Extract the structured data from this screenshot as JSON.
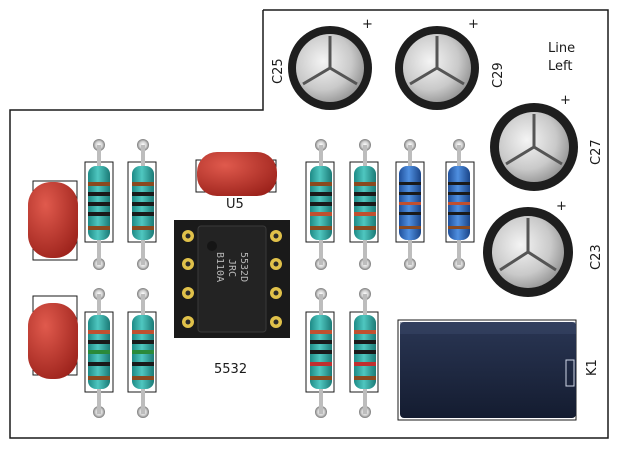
{
  "board": {
    "board_label": "Line\nLeft",
    "line1": "Line",
    "line2": "Left"
  },
  "labels": {
    "c25": "C25",
    "c29": "C29",
    "c27": "C27",
    "c23": "C23",
    "u5": "U5",
    "k1": "K1",
    "opamp_silk": "5532"
  },
  "chip": {
    "line1": "5532D",
    "line2": "JRC",
    "line3": "B110A"
  },
  "colors": {
    "board": "#ffffff",
    "silkscreen": "#1a1a1a",
    "film_cap": "#c0342c",
    "resistor_metal_film": "#2fa5a0",
    "resistor_blue": "#2e6cc5",
    "electrolytic": "#1e1e1e",
    "relay": "#1c2740",
    "ic": "#1b1b1b"
  }
}
